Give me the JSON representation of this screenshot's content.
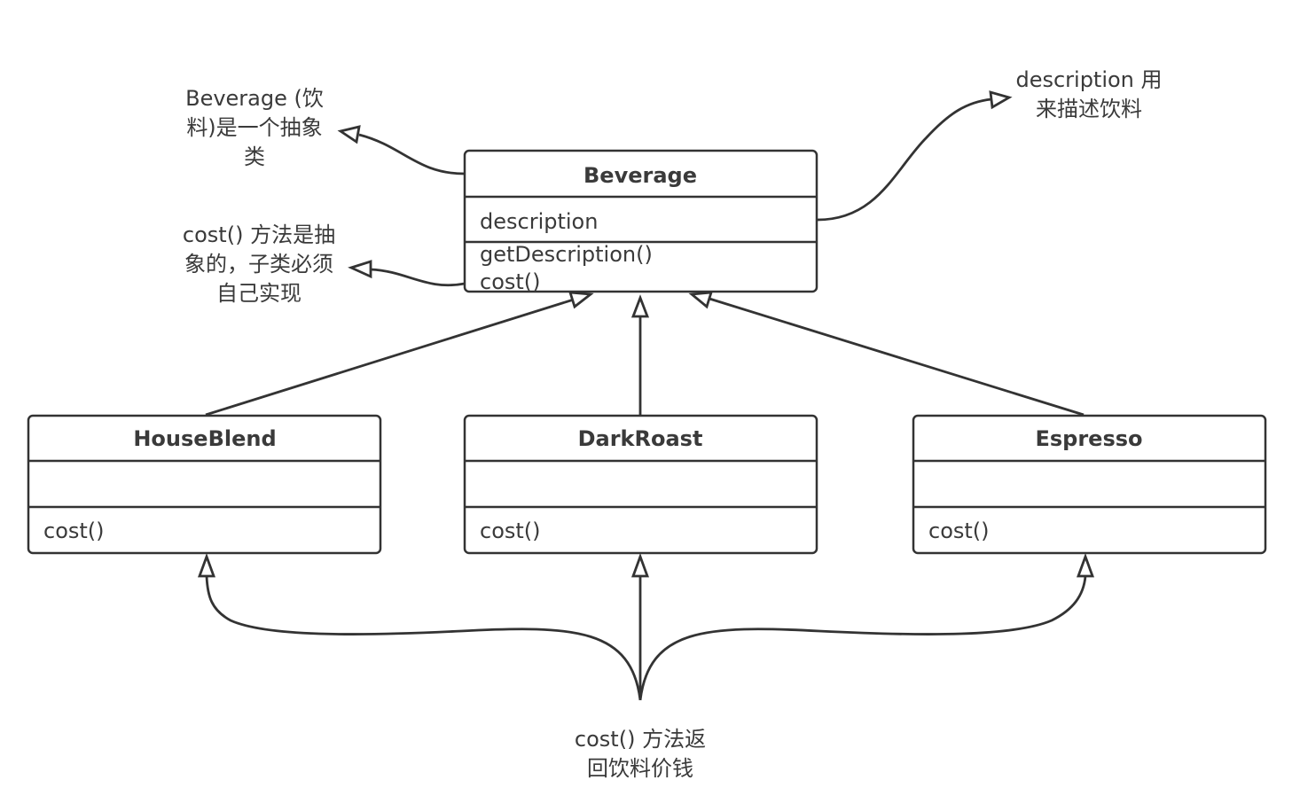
{
  "classes": {
    "beverage": {
      "name": "Beverage",
      "attributes": [
        "description"
      ],
      "methods": [
        "getDescription()",
        "cost()"
      ]
    },
    "houseblend": {
      "name": "HouseBlend",
      "attributes": [],
      "methods": [
        "cost()"
      ]
    },
    "darkroast": {
      "name": "DarkRoast",
      "attributes": [],
      "methods": [
        "cost()"
      ]
    },
    "espresso": {
      "name": "Espresso",
      "attributes": [],
      "methods": [
        "cost()"
      ]
    }
  },
  "notes": {
    "abstract_class": [
      "Beverage (饮",
      "料)是一个抽象",
      "类"
    ],
    "description": [
      "description 用",
      "来描述饮料"
    ],
    "cost_abstract": [
      "cost() 方法是抽",
      "象的，子类必须",
      "自己实现"
    ],
    "cost_return": [
      "cost() 方法返",
      "回饮料价钱"
    ]
  }
}
